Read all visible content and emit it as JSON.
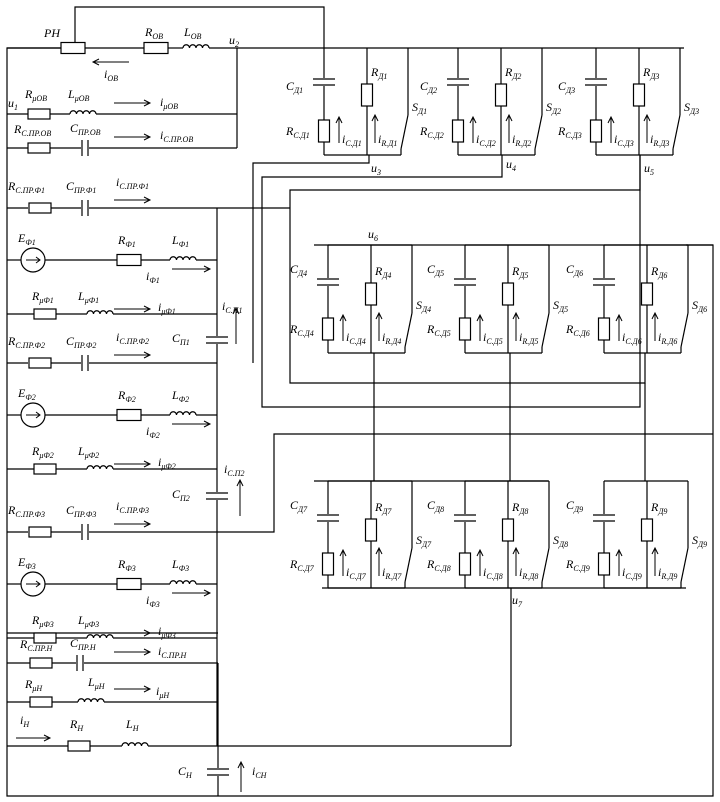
{
  "diagram": {
    "top": {
      "rn": "РН",
      "r_ov": "R",
      "r_ov_sub": "ОВ",
      "l_ov": "L",
      "l_ov_sub": "ОВ",
      "i_ov": "i",
      "i_ov_sub": "ОВ",
      "u2": "u",
      "u2_sub": "2",
      "u1": "u",
      "u1_sub": "1",
      "r_mu_ov": "R",
      "r_mu_ov_sub": "μОВ",
      "l_mu_ov": "L",
      "l_mu_ov_sub": "μОВ",
      "i_mu_ov": "i",
      "i_mu_ov_sub": "μОВ",
      "r_spr_ov": "R",
      "r_spr_ov_sub": "С.ПР.ОВ",
      "c_pr_ov": "C",
      "c_pr_ov_sub": "ПР.ОВ",
      "i_spr_ov": "i",
      "i_spr_ov_sub": "С.ПР.ОВ"
    },
    "phases": [
      {
        "r_spr": "R",
        "r_spr_sub": "С.ПР.Ф1",
        "c_pr": "C",
        "c_pr_sub": "ПР.Ф1",
        "i_spr": "i",
        "i_spr_sub": "С.ПР.Ф1",
        "e": "E",
        "e_sub": "Ф1",
        "r": "R",
        "r_sub": "Ф1",
        "l": "L",
        "l_sub": "Ф1",
        "i": "i",
        "i_sub": "Ф1",
        "r_mu": "R",
        "r_mu_sub": "μФ1",
        "l_mu": "L",
        "l_mu_sub": "μФ1",
        "i_mu": "i",
        "i_mu_sub": "μФ1"
      },
      {
        "r_spr": "R",
        "r_spr_sub": "С.ПР.Ф2",
        "c_pr": "C",
        "c_pr_sub": "ПР.Ф2",
        "i_spr": "i",
        "i_spr_sub": "С.ПР.Ф2",
        "e": "E",
        "e_sub": "Ф2",
        "r": "R",
        "r_sub": "Ф2",
        "l": "L",
        "l_sub": "Ф2",
        "i": "i",
        "i_sub": "Ф2",
        "r_mu": "R",
        "r_mu_sub": "μФ2",
        "l_mu": "L",
        "l_mu_sub": "μФ2",
        "i_mu": "i",
        "i_mu_sub": "μФ2"
      },
      {
        "r_spr": "R",
        "r_spr_sub": "С.ПР.Ф3",
        "c_pr": "C",
        "c_pr_sub": "ПР.Ф3",
        "i_spr": "i",
        "i_spr_sub": "С.ПР.Ф3",
        "e": "E",
        "e_sub": "Ф3",
        "r": "R",
        "r_sub": "Ф3",
        "l": "L",
        "l_sub": "Ф3",
        "i": "i",
        "i_sub": "Ф3",
        "r_mu": "R",
        "r_mu_sub": "μФ3",
        "l_mu": "L",
        "l_mu_sub": "μФ3",
        "i_mu": "i",
        "i_mu_sub": "μФ3"
      }
    ],
    "caps": [
      {
        "c": "C",
        "c_sub": "П1",
        "i": "i",
        "i_sub": "С.П1"
      },
      {
        "c": "C",
        "c_sub": "П2",
        "i": "i",
        "i_sub": "С.П2"
      }
    ],
    "load": {
      "r_spr": "R",
      "r_spr_sub": "С.ПР.Н",
      "c_pr": "C",
      "c_pr_sub": "ПР.Н",
      "i_spr": "i",
      "i_spr_sub": "С.ПР.Н",
      "r_mu": "R",
      "r_mu_sub": "μН",
      "l_mu": "L",
      "l_mu_sub": "μН",
      "i_mu": "i",
      "i_mu_sub": "μН",
      "i_h": "i",
      "i_h_sub": "Н",
      "r_h": "R",
      "r_h_sub": "Н",
      "l_h": "L",
      "l_h_sub": "Н",
      "c_h": "C",
      "c_h_sub": "Н",
      "i_ch": "i",
      "i_ch_sub": "СН"
    },
    "nodes": {
      "u3": "u",
      "u3_sub": "3",
      "u4": "u",
      "u4_sub": "4",
      "u5": "u",
      "u5_sub": "5",
      "u6": "u",
      "u6_sub": "6",
      "u7": "u",
      "u7_sub": "7"
    },
    "diodes": [
      {
        "c": "C",
        "c_sub": "Д1",
        "r": "R",
        "r_sub": "Д1",
        "rc": "R",
        "rc_sub": "С.Д1",
        "ic": "i",
        "ic_sub": "С.Д1",
        "ir": "i",
        "ir_sub": "R.Д1",
        "s": "S",
        "s_sub": "Д1"
      },
      {
        "c": "C",
        "c_sub": "Д2",
        "r": "R",
        "r_sub": "Д2",
        "rc": "R",
        "rc_sub": "С.Д2",
        "ic": "i",
        "ic_sub": "С.Д2",
        "ir": "i",
        "ir_sub": "R.Д2",
        "s": "S",
        "s_sub": "Д2"
      },
      {
        "c": "C",
        "c_sub": "Д3",
        "r": "R",
        "r_sub": "Д3",
        "rc": "R",
        "rc_sub": "С.Д3",
        "ic": "i",
        "ic_sub": "С.Д3",
        "ir": "i",
        "ir_sub": "R.Д3",
        "s": "S",
        "s_sub": "Д3"
      },
      {
        "c": "C",
        "c_sub": "Д4",
        "r": "R",
        "r_sub": "Д4",
        "rc": "R",
        "rc_sub": "С.Д4",
        "ic": "i",
        "ic_sub": "С.Д4",
        "ir": "i",
        "ir_sub": "R.Д4",
        "s": "S",
        "s_sub": "Д4"
      },
      {
        "c": "C",
        "c_sub": "Д5",
        "r": "R",
        "r_sub": "Д5",
        "rc": "R",
        "rc_sub": "С.Д5",
        "ic": "i",
        "ic_sub": "С.Д5",
        "ir": "i",
        "ir_sub": "R.Д5",
        "s": "S",
        "s_sub": "Д5"
      },
      {
        "c": "C",
        "c_sub": "Д6",
        "r": "R",
        "r_sub": "Д6",
        "rc": "R",
        "rc_sub": "С.Д6",
        "ic": "i",
        "ic_sub": "С.Д6",
        "ir": "i",
        "ir_sub": "R.Д6",
        "s": "S",
        "s_sub": "Д6"
      },
      {
        "c": "C",
        "c_sub": "Д7",
        "r": "R",
        "r_sub": "Д7",
        "rc": "R",
        "rc_sub": "С.Д7",
        "ic": "i",
        "ic_sub": "С.Д7",
        "ir": "i",
        "ir_sub": "R.Д7",
        "s": "S",
        "s_sub": "Д7"
      },
      {
        "c": "C",
        "c_sub": "Д8",
        "r": "R",
        "r_sub": "Д8",
        "rc": "R",
        "rc_sub": "С.Д8",
        "ic": "i",
        "ic_sub": "С.Д8",
        "ir": "i",
        "ir_sub": "R.Д8",
        "s": "S",
        "s_sub": "Д8"
      },
      {
        "c": "C",
        "c_sub": "Д9",
        "r": "R",
        "r_sub": "Д9",
        "rc": "R",
        "rc_sub": "С.Д9",
        "ic": "i",
        "ic_sub": "С.Д9",
        "ir": "i",
        "ir_sub": "R.Д9",
        "s": "S",
        "s_sub": "Д9"
      }
    ]
  }
}
